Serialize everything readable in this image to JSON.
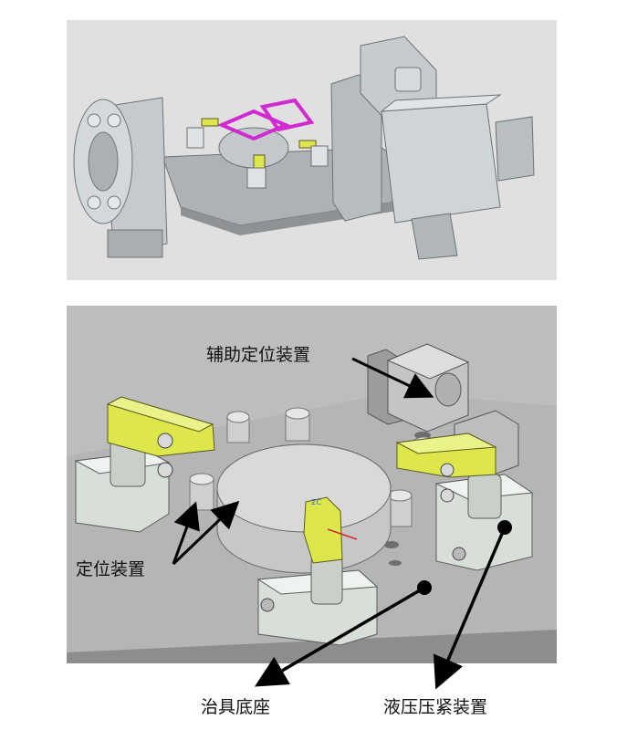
{
  "labels": {
    "aux_locator": "辅助定位装置",
    "locator": "定位装置",
    "fixture_base": "治具底座",
    "hydraulic_clamp": "液压压紧装置"
  },
  "colors": {
    "clamp_yellow": "#dde64a",
    "magenta_frame": "#d22ad2",
    "part_gray": "#c9d0d4",
    "bg_panel": "#bdbdbd"
  }
}
